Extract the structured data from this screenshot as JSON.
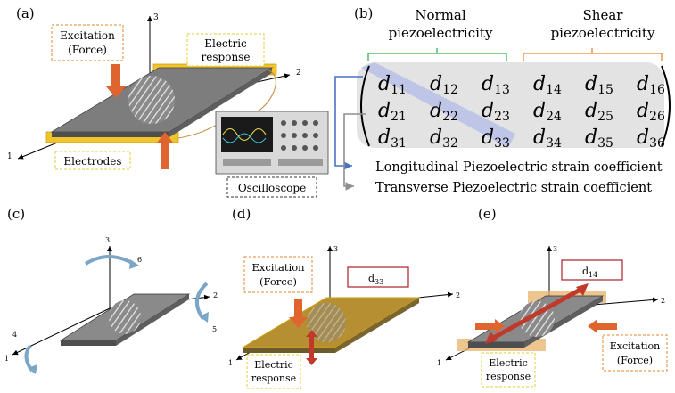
{
  "panels": {
    "a": {
      "label": "(a)",
      "excitation_line1": "Excitation",
      "excitation_line2": "(Force)",
      "electric_response_line1": "Electric",
      "electric_response_line2": "response",
      "electrodes": "Electrodes",
      "oscilloscope": "Oscilloscope",
      "axis_1": "1",
      "axis_2": "2",
      "axis_3": "3"
    },
    "b": {
      "label": "(b)",
      "normal_line1": "Normal",
      "normal_line2": "piezoelectricity",
      "shear_line1": "Shear",
      "shear_line2": "piezoelectricity",
      "matrix": [
        [
          "11",
          "12",
          "13",
          "14",
          "15",
          "16"
        ],
        [
          "21",
          "22",
          "23",
          "24",
          "25",
          "26"
        ],
        [
          "31",
          "32",
          "33",
          "34",
          "35",
          "36"
        ]
      ],
      "symbol": "d",
      "longitudinal": "Longitudinal Piezoelectric strain coefficient",
      "transverse": "Transverse Piezoelectric strain coefficient"
    },
    "c": {
      "label": "(c)",
      "axis_1": "1",
      "axis_2": "2",
      "axis_3": "3",
      "axis_4": "4",
      "axis_5": "5",
      "axis_6": "6"
    },
    "d": {
      "label": "(d)",
      "excitation_line1": "Excitation",
      "excitation_line2": "(Force)",
      "coefficient_symbol": "d",
      "coefficient_sub": "33",
      "electric_response_line1": "Electric",
      "electric_response_line2": "response",
      "axis_1": "1",
      "axis_2": "2",
      "axis_3": "3"
    },
    "e": {
      "label": "(e)",
      "coefficient_symbol": "d",
      "coefficient_sub": "14",
      "electric_response_line1": "Electric",
      "electric_response_line2": "response",
      "excitation_line1": "Excitation",
      "excitation_line2": "(Force)",
      "axis_1": "1",
      "axis_2": "2",
      "axis_3": "3"
    }
  },
  "colors": {
    "plate_top": "#7d7d7d",
    "plate_side": "#4e4e4e",
    "electrode": "#f0c52a",
    "force_arrow": "#e0642e",
    "response_arrow": "#c0392b",
    "highlight": "#b8bfe6",
    "normal_bracket": "#3bb54a",
    "shear_bracket": "#e08a2a",
    "longitudinal_line": "#4a72c4",
    "transverse_line": "#8f8f8f",
    "box_orange": "#e0862e",
    "box_yellow": "#e6cc35",
    "box_red": "#b0303a"
  }
}
